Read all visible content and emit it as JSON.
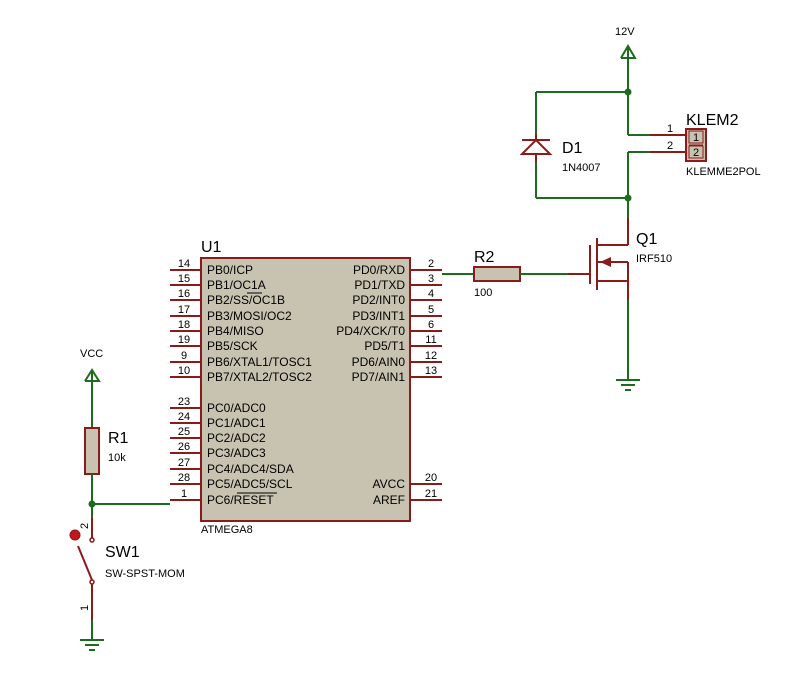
{
  "u1": {
    "ref": "U1",
    "value": "ATMEGA8",
    "left_pins": [
      {
        "num": "14",
        "name": "PB0/ICP"
      },
      {
        "num": "15",
        "name": "PB1/OC1A"
      },
      {
        "num": "16",
        "name": "PB2/SS/OC1B"
      },
      {
        "num": "17",
        "name": "PB3/MOSI/OC2"
      },
      {
        "num": "18",
        "name": "PB4/MISO"
      },
      {
        "num": "19",
        "name": "PB5/SCK"
      },
      {
        "num": "9",
        "name": "PB6/XTAL1/TOSC1"
      },
      {
        "num": "10",
        "name": "PB7/XTAL2/TOSC2"
      },
      {
        "num": "23",
        "name": "PC0/ADC0"
      },
      {
        "num": "24",
        "name": "PC1/ADC1"
      },
      {
        "num": "25",
        "name": "PC2/ADC2"
      },
      {
        "num": "26",
        "name": "PC3/ADC3"
      },
      {
        "num": "27",
        "name": "PC4/ADC4/SDA"
      },
      {
        "num": "28",
        "name": "PC5/ADC5/SCL"
      },
      {
        "num": "1",
        "name": "PC6/RESET"
      }
    ],
    "right_pins": [
      {
        "num": "2",
        "name": "PD0/RXD"
      },
      {
        "num": "3",
        "name": "PD1/TXD"
      },
      {
        "num": "4",
        "name": "PD2/INT0"
      },
      {
        "num": "5",
        "name": "PD3/INT1"
      },
      {
        "num": "6",
        "name": "PD4/XCK/T0"
      },
      {
        "num": "11",
        "name": "PD5/T1"
      },
      {
        "num": "12",
        "name": "PD6/AIN0"
      },
      {
        "num": "13",
        "name": "PD7/AIN1"
      },
      {
        "num": "20",
        "name": "AVCC"
      },
      {
        "num": "21",
        "name": "AREF"
      }
    ]
  },
  "r1": {
    "ref": "R1",
    "value": "10k"
  },
  "r2": {
    "ref": "R2",
    "value": "100"
  },
  "d1": {
    "ref": "D1",
    "value": "1N4007"
  },
  "q1": {
    "ref": "Q1",
    "value": "IRF510"
  },
  "klem2": {
    "ref": "KLEM2",
    "value": "KLEMME2POL",
    "pins": [
      "1",
      "2"
    ],
    "pin_labels": [
      "1",
      "2"
    ]
  },
  "sw1": {
    "ref": "SW1",
    "value": "SW-SPST-MOM",
    "pins": [
      "2",
      "1"
    ]
  },
  "power": {
    "vcc": "VCC",
    "v12": "12V"
  },
  "colors": {
    "wire": "#1d6b1d",
    "component": "#8b1a1a",
    "chip_fill": "#c8c3b1",
    "led": "#c0181c"
  }
}
